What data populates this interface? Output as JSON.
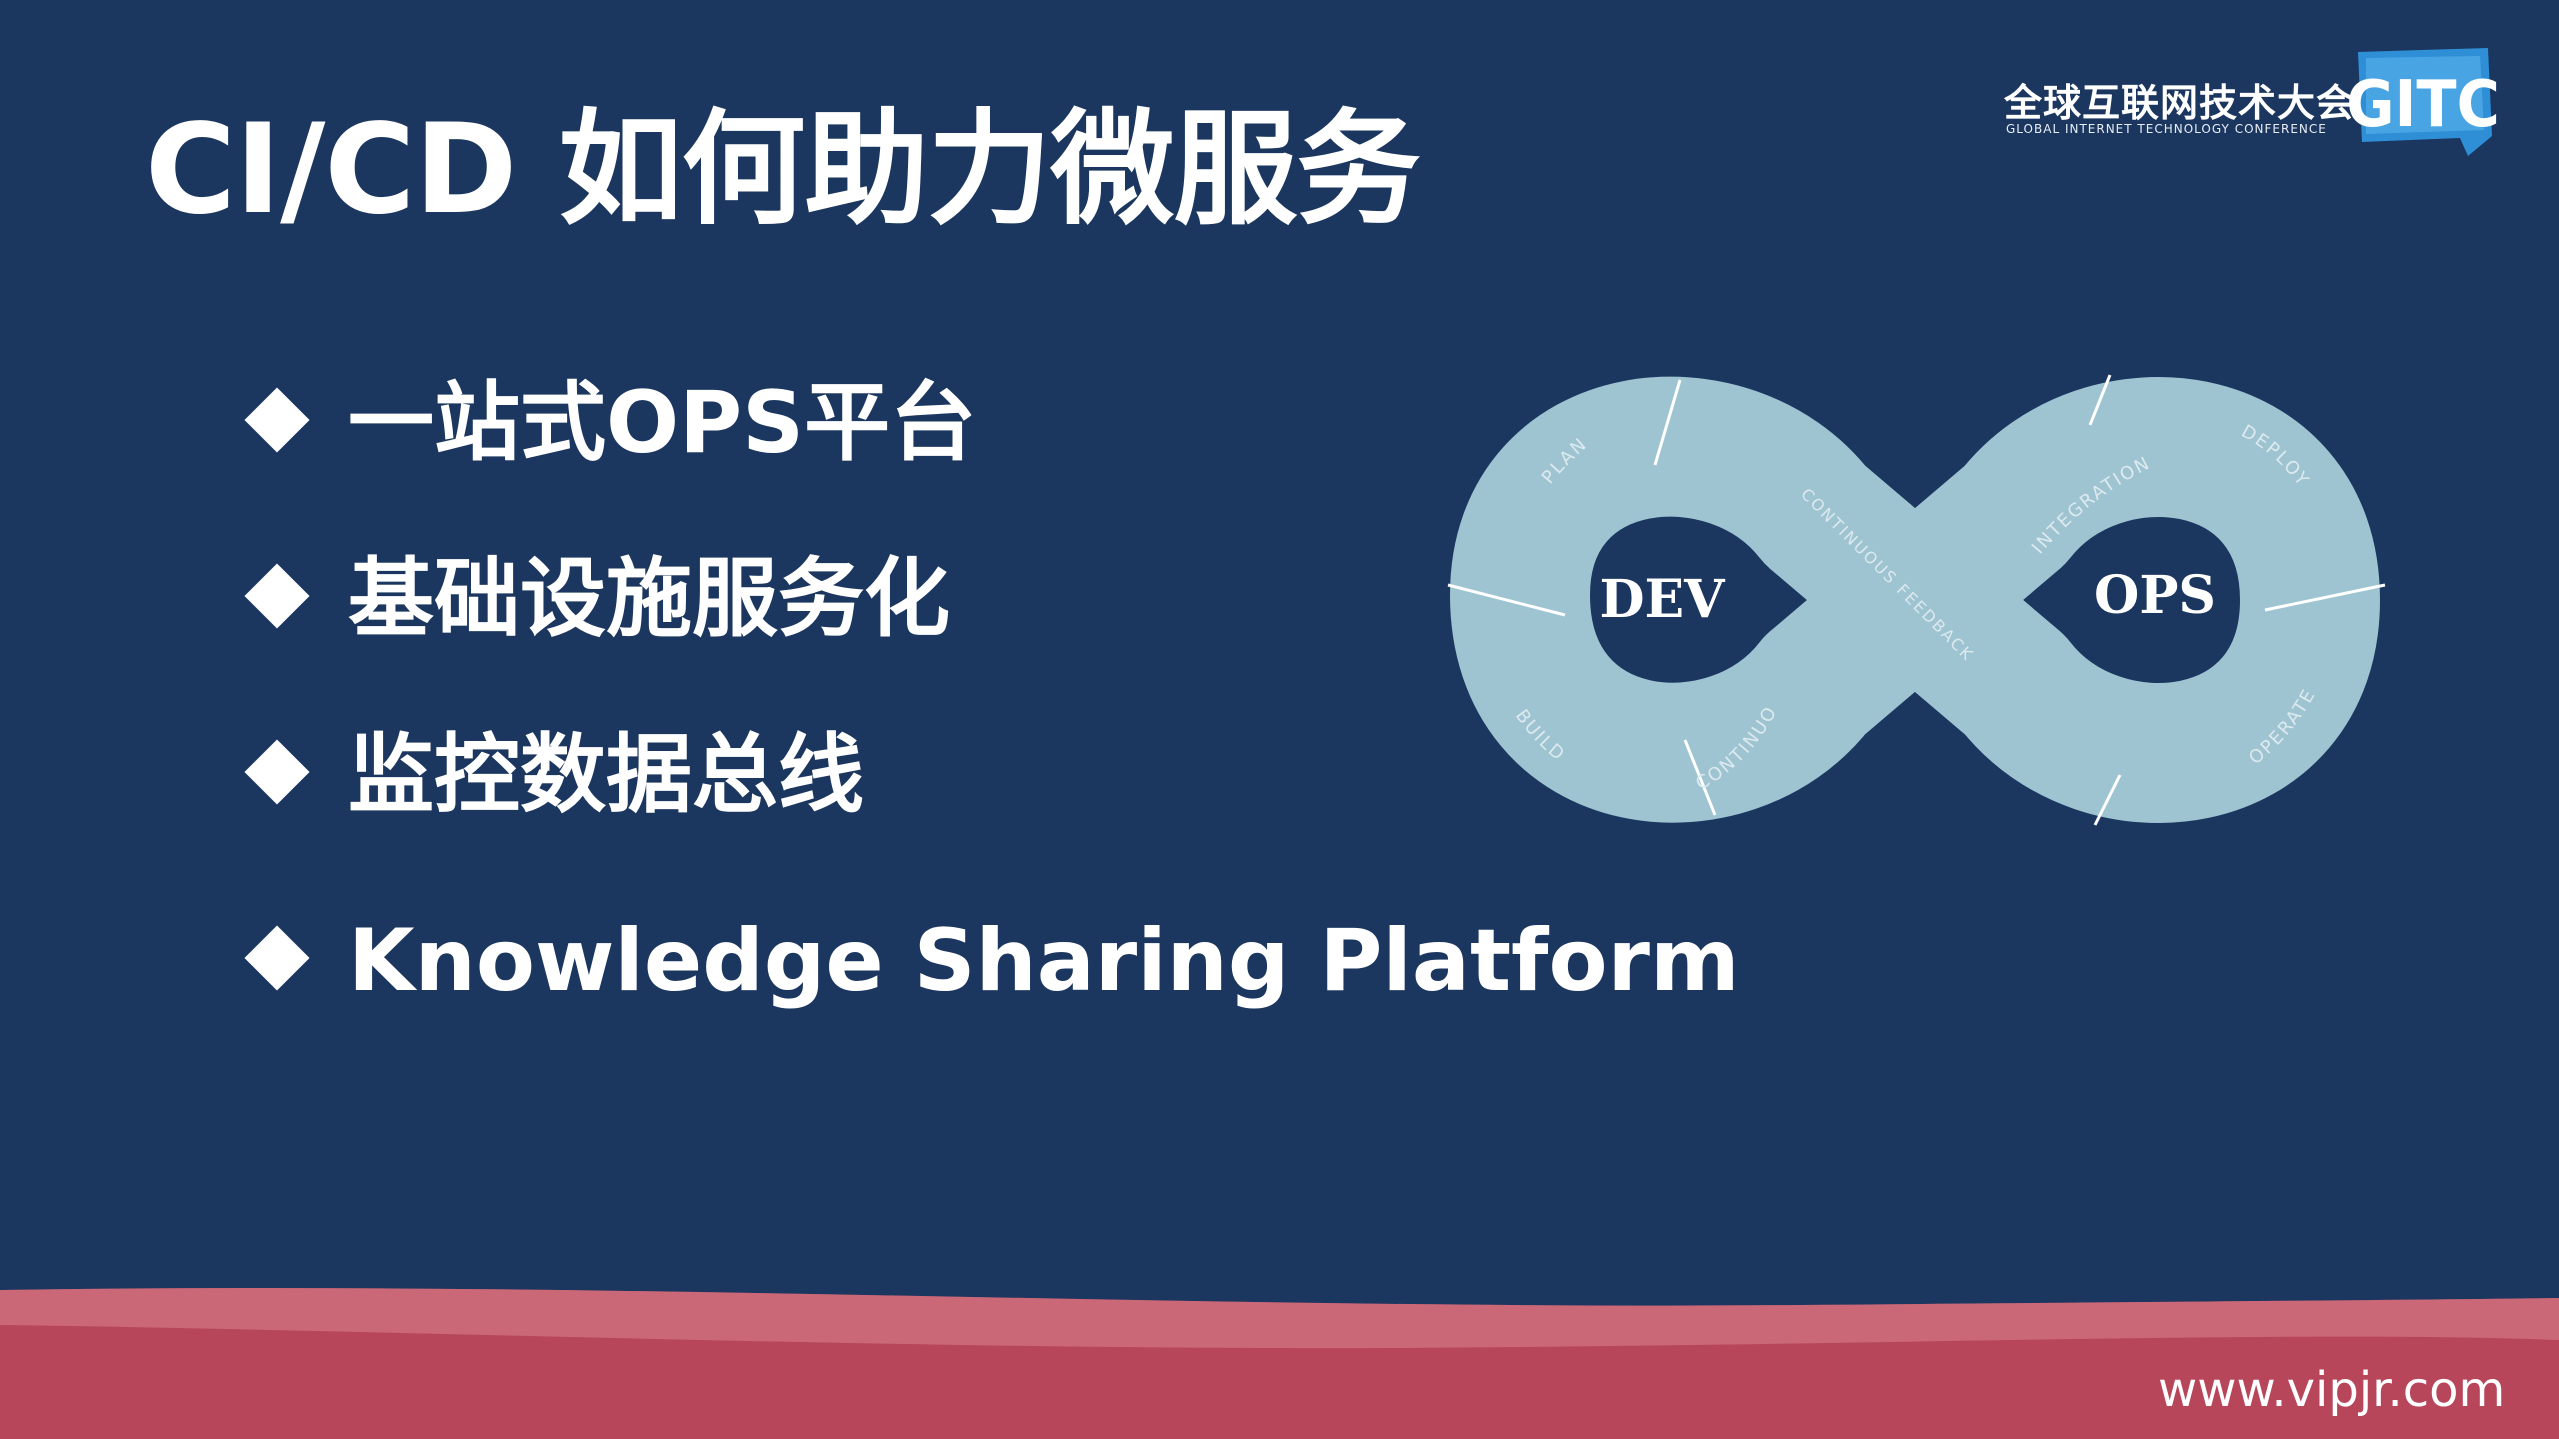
{
  "slide": {
    "title": "CI/CD 如何助力微服务",
    "bullets": [
      "一站式OPS平台",
      "基础设施服务化",
      "监控数据总线",
      "Knowledge Sharing Platform"
    ]
  },
  "logo": {
    "cn_text": "全球互联网技术大会",
    "en_text": "GLOBAL INTERNET TECHNOLOGY CONFERENCE",
    "badge_text": "GITC"
  },
  "diagram": {
    "left_label": "DEV",
    "right_label": "OPS",
    "segments": {
      "plan": "PLAN",
      "build": "BUILD",
      "continuous": "CONTINUOUS",
      "continuous_feedback": "CONTINUOUS FEEDBACK",
      "integration": "INTEGRATION",
      "deploy": "DEPLOY",
      "operate": "OPERATE"
    },
    "colors": {
      "loop": "#9ec4d1",
      "divider": "#ffffff",
      "label_dark": "#1b365f"
    }
  },
  "footer": {
    "url": "www.vipjr.com"
  },
  "colors": {
    "background": "#1b365f",
    "footer_red": "#b8465a",
    "text": "#ffffff"
  }
}
